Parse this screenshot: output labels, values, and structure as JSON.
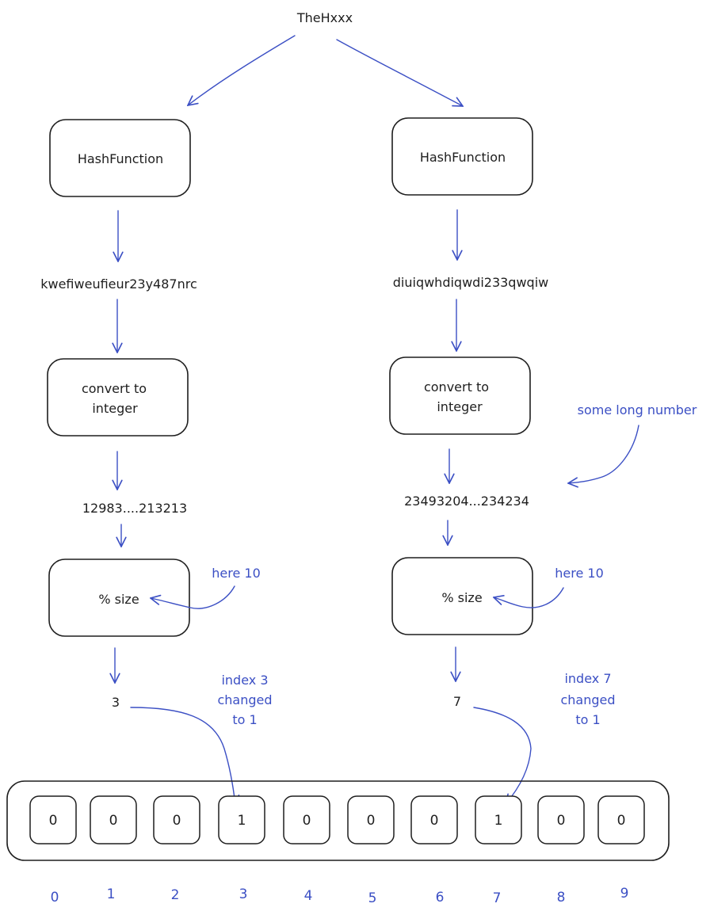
{
  "input": "TheHxxx",
  "left": {
    "hash_function": "HashFunction",
    "hash_value": "kwefiweufieur23y487nrc",
    "convert_line1": "convert to",
    "convert_line2": "integer",
    "integer_value": "12983....213213",
    "mod_label": "% size",
    "size_note": "here 10",
    "result": "3",
    "index_note": [
      "index 3",
      "changed",
      "to 1"
    ]
  },
  "right": {
    "hash_function": "HashFunction",
    "hash_value": "diuiqwhdiqwdi233qwqiw",
    "convert_line1": "convert to",
    "convert_line2": "integer",
    "integer_value": "23493204...234234",
    "mod_label": "% size",
    "size_note": "here 10",
    "result": "7",
    "index_note": [
      "index 7",
      "changed",
      "to 1"
    ],
    "long_number_note": "some long number"
  },
  "bit_array": [
    "0",
    "0",
    "0",
    "1",
    "0",
    "0",
    "0",
    "1",
    "0",
    "0"
  ],
  "indices": [
    "0",
    "1",
    "2",
    "3",
    "4",
    "5",
    "6",
    "7",
    "8",
    "9"
  ],
  "colors": {
    "ink": "#1e1e1e",
    "annotation": "#3b4fc4"
  }
}
